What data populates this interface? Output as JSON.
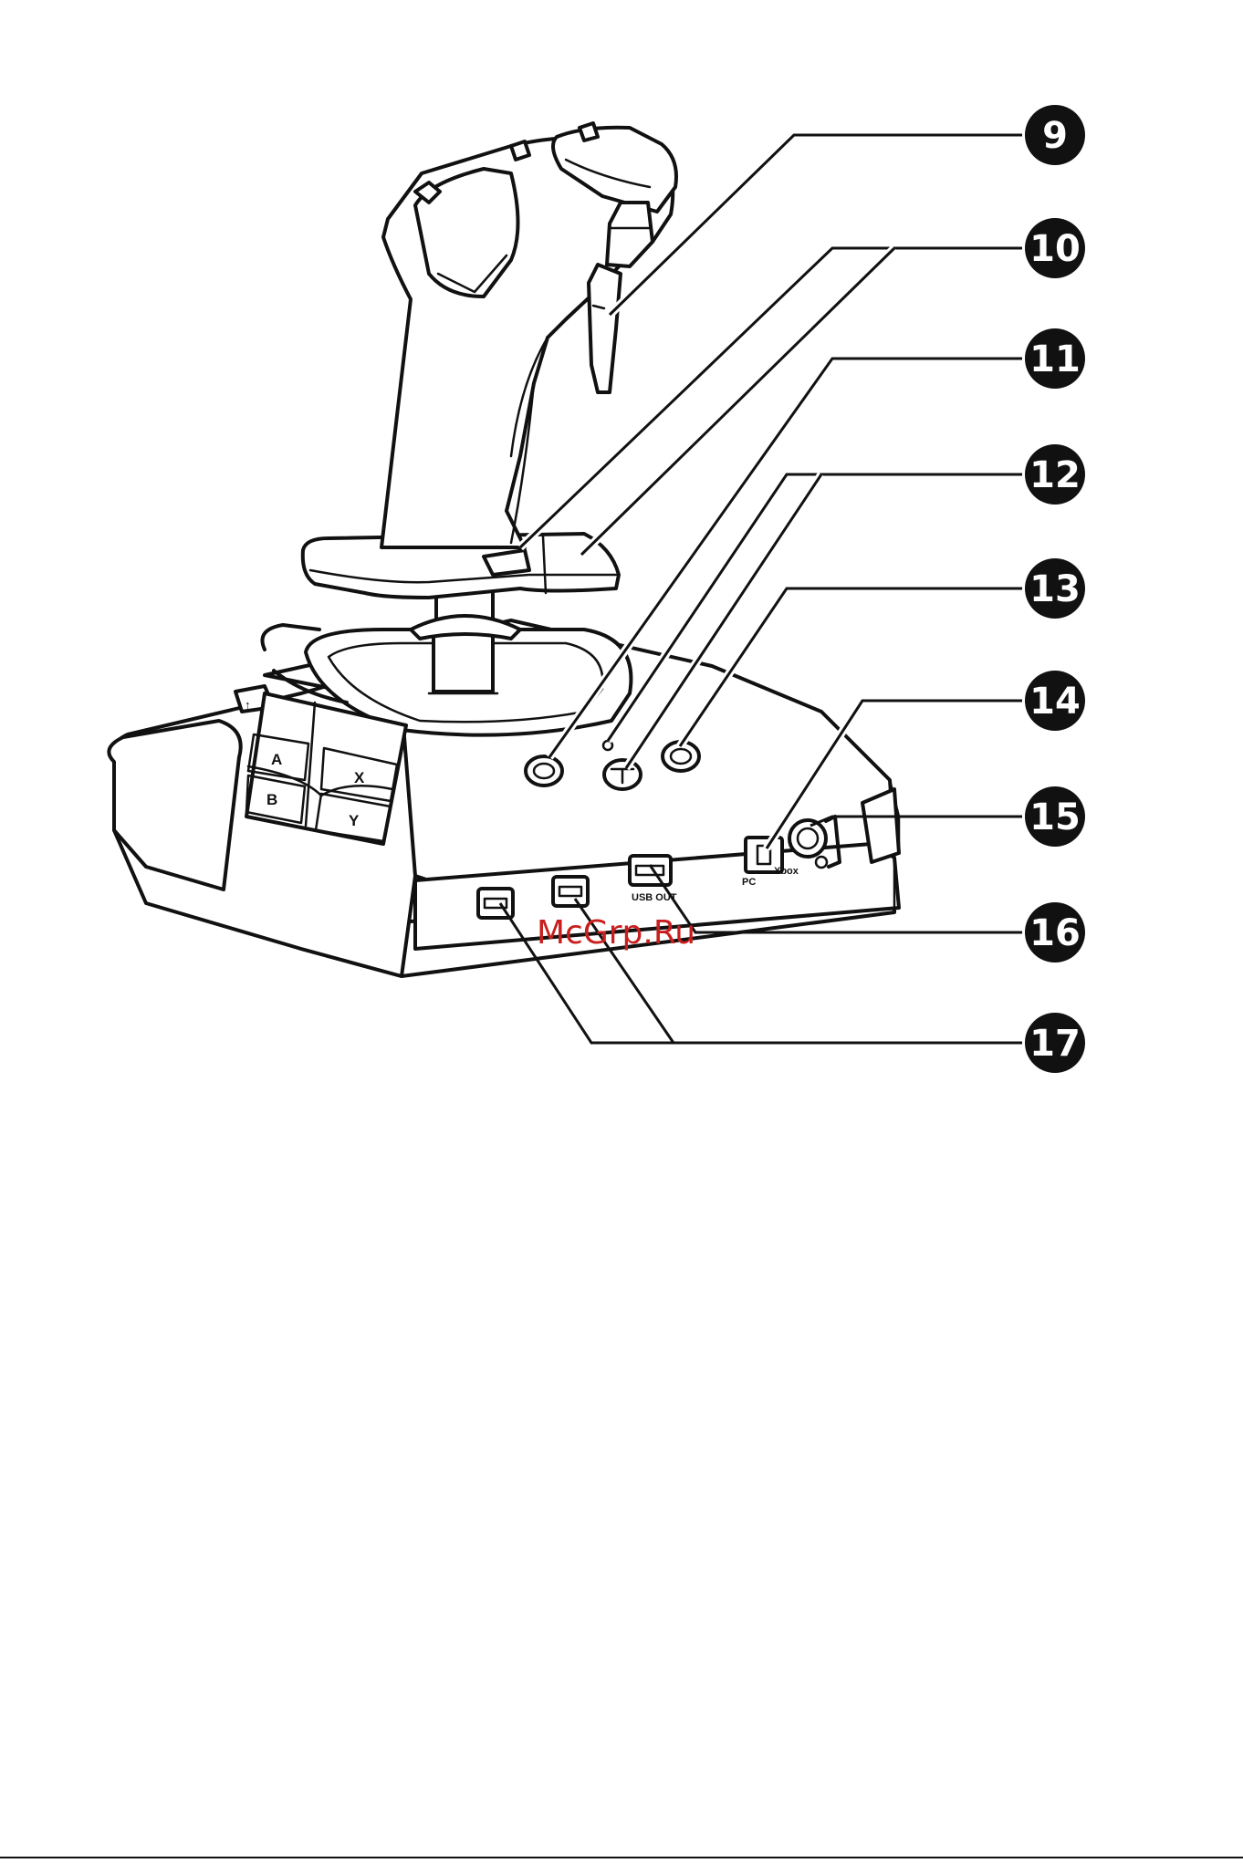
{
  "callouts": [
    "9",
    "10",
    "11",
    "12",
    "13",
    "14",
    "15",
    "16",
    "17"
  ],
  "buttons": {
    "a": "A",
    "b": "B",
    "x": "X",
    "y": "Y"
  },
  "ports": {
    "usb_out": "USB OUT",
    "pc": "PC",
    "xbox": "Xbox"
  },
  "watermark": "McGrp.Ru"
}
